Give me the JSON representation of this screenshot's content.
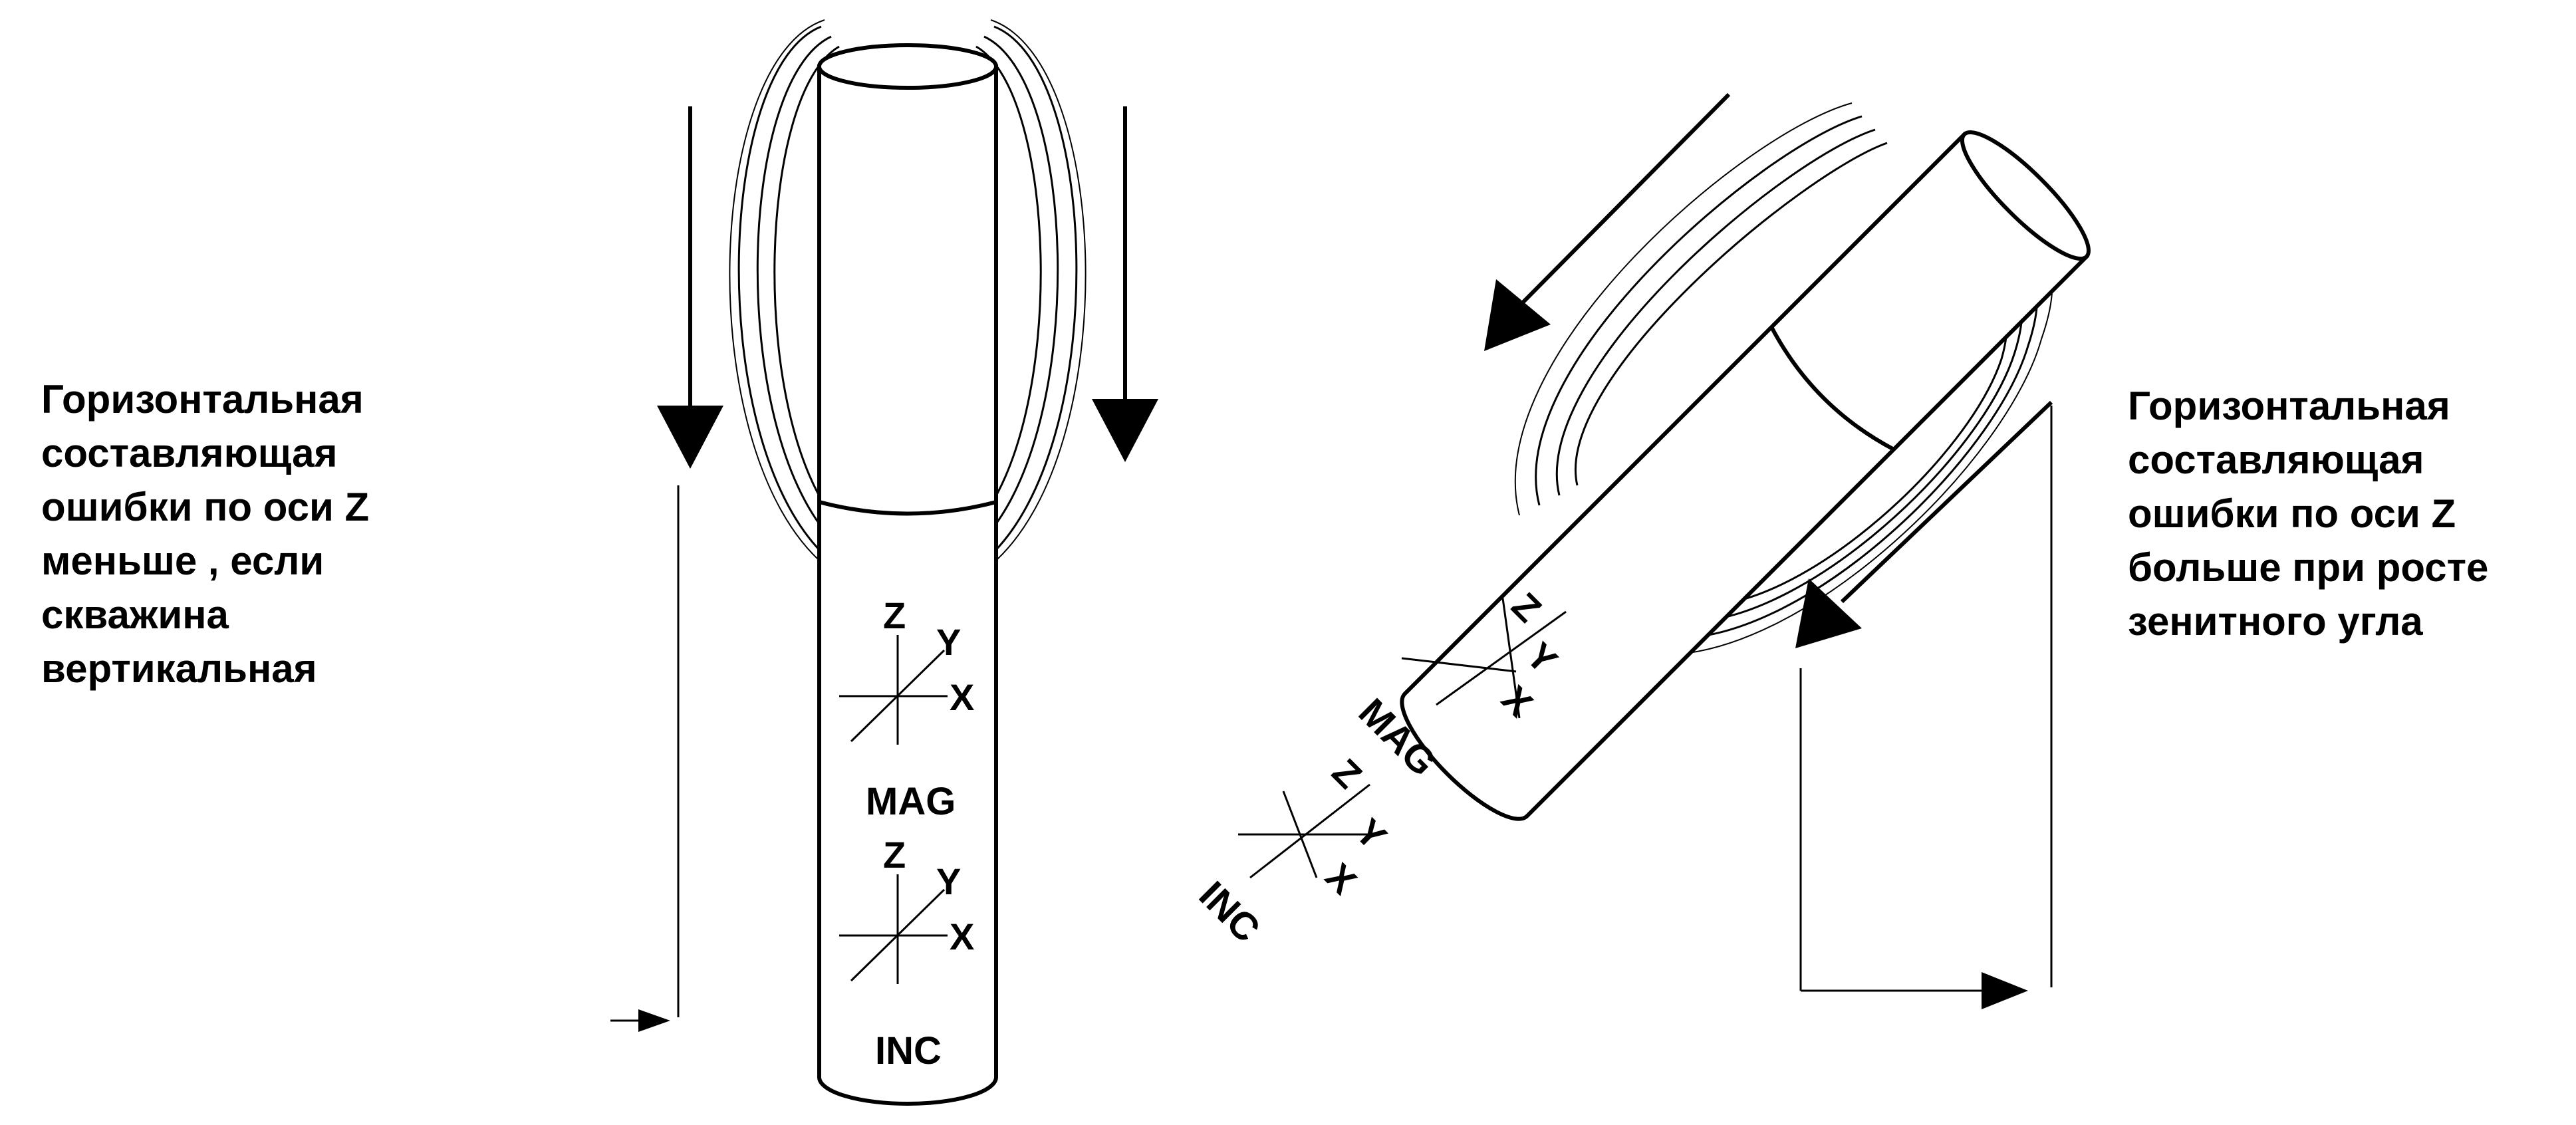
{
  "left_caption": {
    "lines": [
      "Горизонтальная",
      "составляющая",
      "ошибки по оси Z",
      "меньше ,  если",
      "скважина",
      "вертикальная"
    ]
  },
  "right_caption": {
    "lines": [
      "Горизонтальная",
      "составляющая",
      "ошибки по оси Z",
      "больше при росте",
      "зенитного угла"
    ]
  },
  "vertical_tool": {
    "mag_label": "MAG",
    "inc_label": "INC",
    "mag_axes": {
      "z": "Z",
      "y": "Y",
      "x": "X"
    },
    "inc_axes": {
      "z": "Z",
      "y": "Y",
      "x": "X"
    }
  },
  "inclined_tool": {
    "mag_label": "MAG",
    "inc_label": "INC",
    "mag_axes": {
      "z": "Z",
      "y": "Y",
      "x": "X"
    },
    "inc_axes": {
      "z": "Z",
      "y": "Y",
      "x": "X"
    }
  },
  "colors": {
    "ink": "#000000",
    "paper": "#ffffff"
  }
}
